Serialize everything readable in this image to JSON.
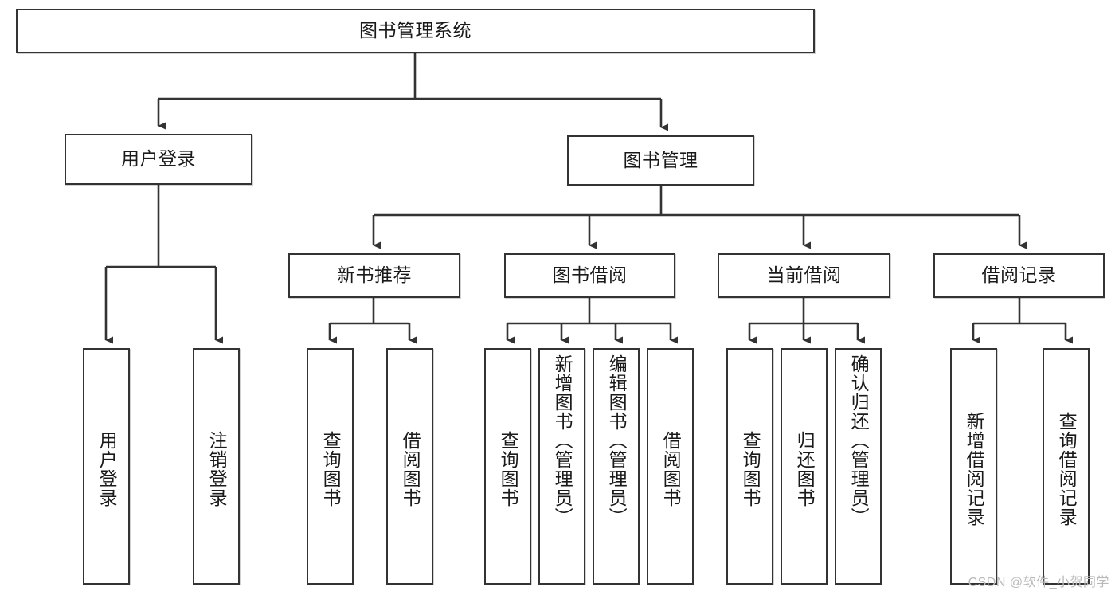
{
  "diagram": {
    "type": "tree",
    "title": "图书管理系统",
    "background": "#ffffff",
    "box_border_color": "#333333",
    "text_color": "#1a1a1a",
    "root": {
      "label": "图书管理系统",
      "orientation": "horizontal"
    },
    "level2": [
      {
        "label": "用户登录",
        "orientation": "horizontal"
      },
      {
        "label": "图书管理",
        "orientation": "horizontal"
      }
    ],
    "level3": [
      {
        "label": "新书推荐",
        "orientation": "horizontal"
      },
      {
        "label": "图书借阅",
        "orientation": "horizontal"
      },
      {
        "label": "当前借阅",
        "orientation": "horizontal"
      },
      {
        "label": "借阅记录",
        "orientation": "horizontal"
      }
    ],
    "leaves": {
      "user_login": [
        {
          "label": "用户登录",
          "orientation": "vertical"
        },
        {
          "label": "注销登录",
          "orientation": "vertical"
        }
      ],
      "new_book_recommend": [
        {
          "label": "查询图书",
          "orientation": "vertical"
        },
        {
          "label": "借阅图书",
          "orientation": "vertical"
        }
      ],
      "book_borrow": [
        {
          "label": "查询图书",
          "orientation": "vertical"
        },
        {
          "label": "新增图书（管理员）",
          "orientation": "vertical"
        },
        {
          "label": "编辑图书（管理员）",
          "orientation": "vertical"
        },
        {
          "label": "借阅图书",
          "orientation": "vertical"
        }
      ],
      "current_borrow": [
        {
          "label": "查询图书",
          "orientation": "vertical"
        },
        {
          "label": "归还图书",
          "orientation": "vertical"
        },
        {
          "label": "确认归还（管理员）",
          "orientation": "vertical"
        }
      ],
      "borrow_record": [
        {
          "label": "新增借阅记录",
          "orientation": "vertical"
        },
        {
          "label": "查询借阅记录",
          "orientation": "vertical"
        }
      ]
    }
  },
  "watermark": {
    "text": "CSDN @软件_小贺同学"
  }
}
